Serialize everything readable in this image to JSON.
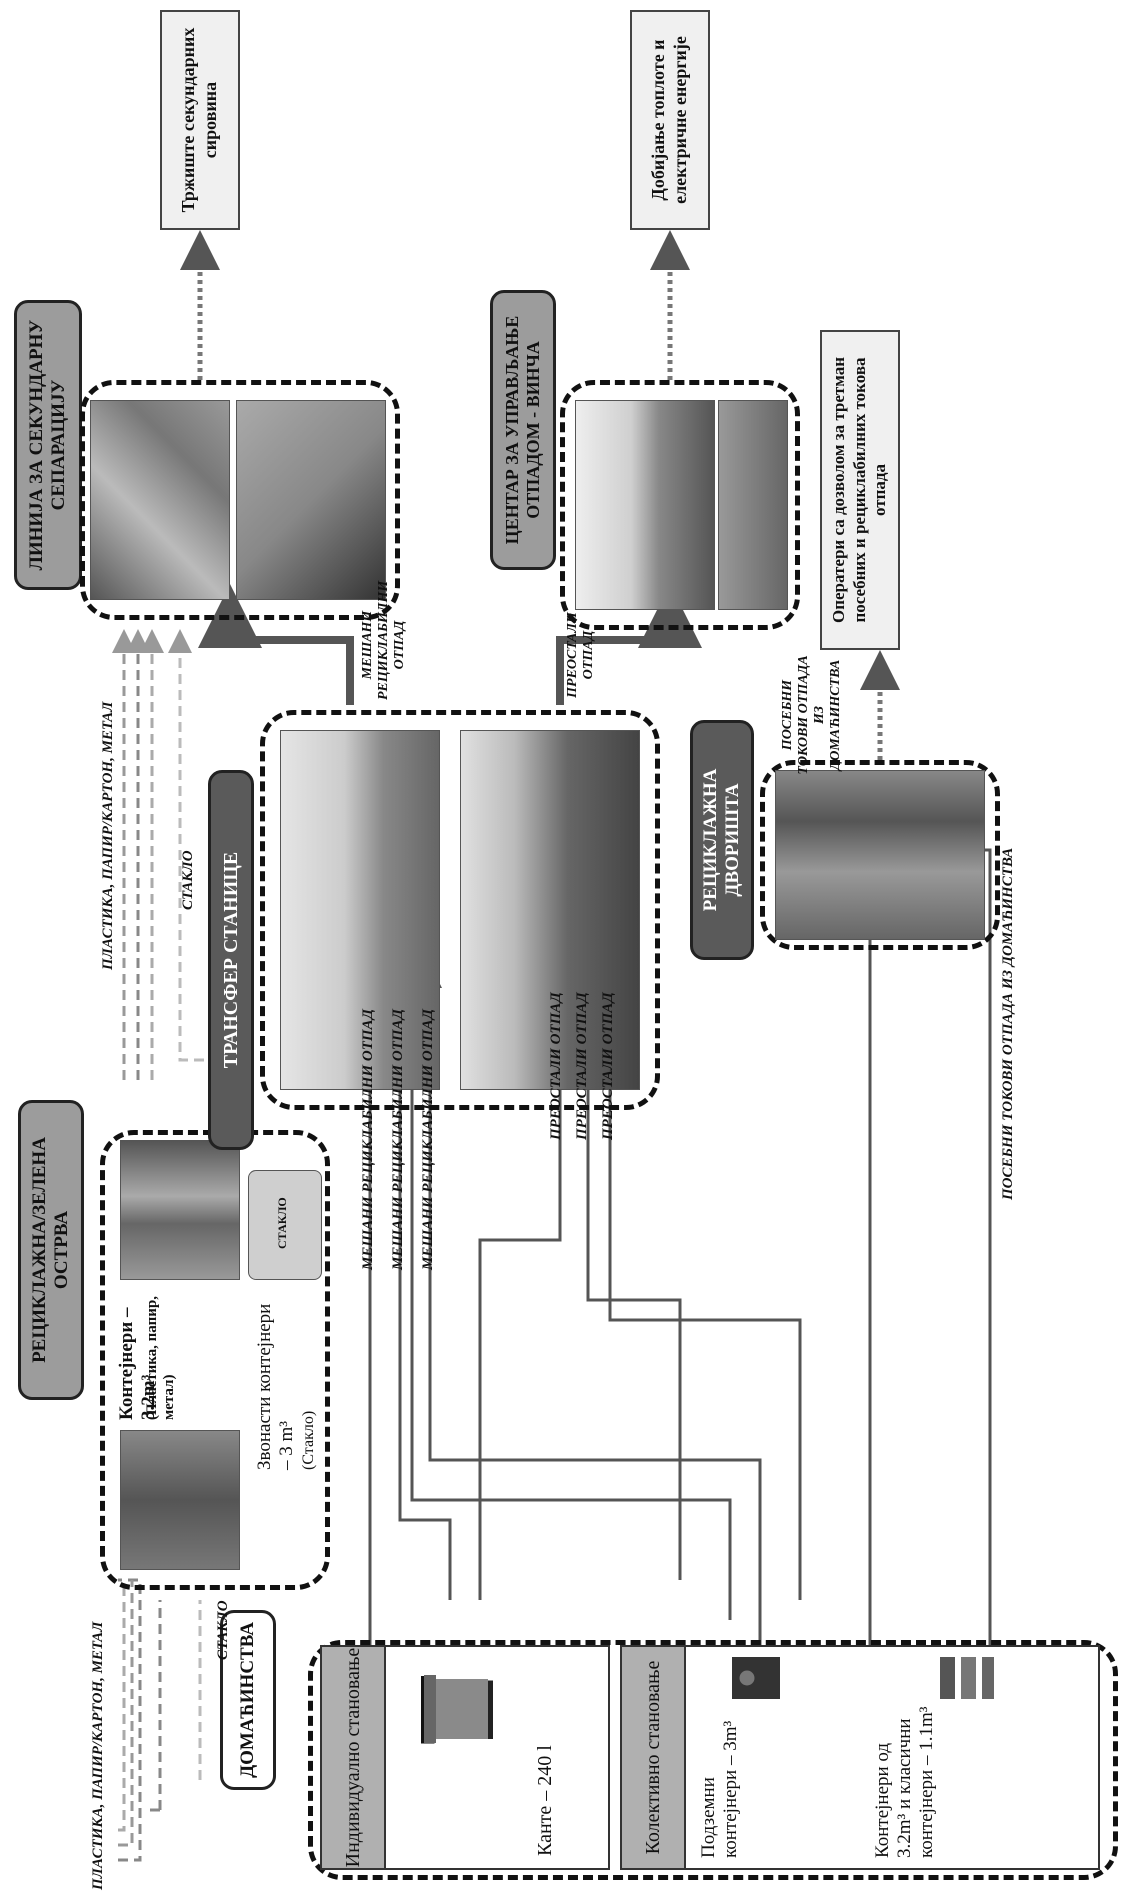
{
  "nodes": {
    "households": {
      "title": "ДОМАЋИНСТВА",
      "individual": {
        "heading": "Индивидуално становање",
        "bins": "Канте – 240 l"
      },
      "collective": {
        "heading": "Колективно становање",
        "underground": "Подземни контејнери – 3m³",
        "containers": "Контејнери од 3.2m³ и класични контејнери – 1.1m³"
      }
    },
    "green_islands": {
      "title": "РЕЦИКЛАЖНА/ЗЕЛЕНА ОСТРВА",
      "containers": "Контејнери – 3.2m³",
      "containers_note": "(Пластика, папир, метал)",
      "bell": "Звонасти контејнери – 3 m³",
      "bell_note": "(Стакло)",
      "bell_print": "СТАКЛО"
    },
    "transfer": {
      "title": "ТРАНСФЕР СТАНИЦЕ"
    },
    "separation": {
      "title": "ЛИНИЈА ЗА СЕКУНДАРНУ СЕПАРАЦИЈУ"
    },
    "vinca": {
      "title": "ЦЕНТАР ЗА УПРАВЉАЊЕ ОТПАДОМ - ВИНЧА"
    },
    "yards": {
      "title": "РЕЦИКЛАЖНА ДВОРИШТА"
    },
    "market": {
      "title": "Тржиште секундарних сировина"
    },
    "energy": {
      "title": "Добијање топлоте и електричне енергије"
    },
    "operators": {
      "title": "Оператери са дозволом за третман посебних и рециклабилних токова отпада"
    }
  },
  "flow_labels": {
    "plastic": "ПЛАСТИКА, ПАПИР/КАРТОН, МЕТАЛ",
    "glass": "СТАКЛО",
    "mixed": "МЕШАНИ РЕЦИКЛАБИЛНИ ОТПАД",
    "residual": "ПРЕОСТАЛИ ОТПАД",
    "special": "ПОСЕБНИ ТОКОВИ ОТПАДА ИЗ ДОМАЋИНСТВА"
  },
  "colors": {
    "flow_solid": "#555555",
    "flow_dashed_1": "#8a8a8a",
    "flow_dashed_2": "#b5b5b5",
    "title_fill": "#9c9c9c",
    "title_dark": "#5a5a5a"
  }
}
